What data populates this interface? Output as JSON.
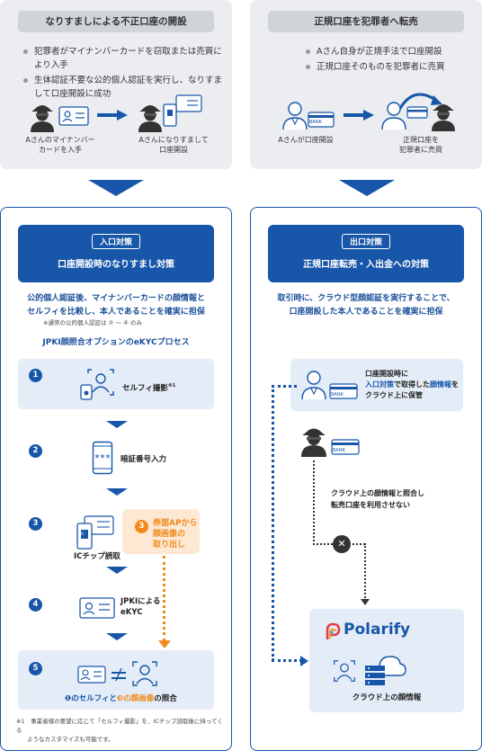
{
  "left_top": {
    "title": "なりすましによる不正口座の開設",
    "bullets": [
      "犯罪者がマイナンバーカードを窃取または売買により入手",
      "生体認証不要な公的個人認証を実行し、なりすまして口座開設に成功"
    ],
    "cap1": [
      "Aさんのマイナンバー",
      "カードを入手"
    ],
    "cap2": [
      "Aさんになりすまして",
      "口座開設"
    ]
  },
  "right_top": {
    "title": "正規口座を犯罪者へ転売",
    "bullets": [
      "Aさん自身が正規手法で口座開設",
      "正規口座そのものを犯罪者に売買"
    ],
    "cap1": "Aさんが口座開設",
    "cap2": [
      "正規口座を",
      "犯罪者に売買"
    ],
    "bank": "BANK"
  },
  "left_panel": {
    "tag": "入口対策",
    "title": "口座開設時のなりすまし対策",
    "desc": [
      "公的個人認証後、マイナンバーカードの顔情報と",
      "セルフィを比較し、本人であることを確実に担保"
    ],
    "desc_note": "※通常の公的個人認証は ② 〜 ④ のみ",
    "process_title": "JPKI顔照合オプションのeKYCプロセス",
    "steps": [
      {
        "num": "1",
        "label": "セルフィ撮影",
        "sup": "※1"
      },
      {
        "num": "2",
        "label": "暗証番号入力"
      },
      {
        "num": "3",
        "label": "ICチップ読取"
      },
      {
        "num": "4",
        "label1": "JPKIによる",
        "label2": "eKYC"
      },
      {
        "num": "5",
        "label_a": "❶のセルフィと",
        "label_b": "❸の顔画像",
        "label_c": "の照合"
      }
    ],
    "side": {
      "num": "3",
      "lines": [
        "券面APから",
        "顔画像の",
        "取り出し"
      ]
    },
    "pin": "＊＊＊",
    "chip": "IC",
    "footnote": [
      "※1　事業者様の要望に応じて「セルフィ撮影」を、ICチップ読取後に持ってくる",
      "ようなカスタマイズも可能です。"
    ]
  },
  "right_panel": {
    "tag": "出口対策",
    "title": "正規口座転売・入出金への対策",
    "desc": [
      "取引時に、クラウド型顔認証を実行することで、",
      "口座開設した本人であることを確実に担保"
    ],
    "box1": {
      "line1": "口座開設時に",
      "line2a": "入口対策",
      "line2b": "で取得した",
      "line2c": "顔情報",
      "line2d": "を",
      "line3": "クラウド上に保管"
    },
    "bank": "BANK",
    "fail": [
      "クラウド上の顔情報と照合し",
      "転売口座を利用させない"
    ],
    "brand": "Polarify",
    "cloud_cap": "クラウド上の顔情報"
  },
  "colors": {
    "blue": "#1756a8",
    "orange": "#f08a1c",
    "gray": "#ebedf0"
  }
}
